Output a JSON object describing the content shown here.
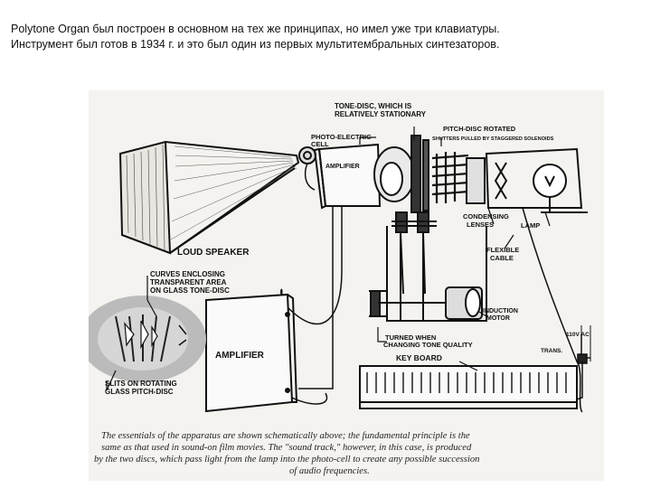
{
  "heading": {
    "line1": "Polytone Organ был построен в основном на тех же принципах, но имел уже три клавиатуры.",
    "line2": "Инструмент был готов в 1934 г. и это был один из первых мультитембральных синтезаторов."
  },
  "figure": {
    "labels": {
      "tone_disc_1": "TONE-DISC, WHICH IS",
      "tone_disc_2": "RELATIVELY STATIONARY",
      "photo_cell_1": "PHOTO-ELECTRIC",
      "photo_cell_2": "CELL",
      "amplifier_small": "AMPLIFIER",
      "pitch_disc": "PITCH-DISC ROTATED",
      "shutters": "SHUTTERS PULLED BY STAGGERED SOLENOIDS",
      "condensing_1": "CONDENSING",
      "condensing_2": "LENSES",
      "lamp": "LAMP",
      "loud_speaker": "LOUD SPEAKER",
      "flexible_1": "FLEXIBLE",
      "flexible_2": "CABLE",
      "curves_1": "CURVES ENCLOSING",
      "curves_2": "TRANSPARENT AREA",
      "curves_3": "ON GLASS TONE-DISC",
      "induction_1": "INDUCTION",
      "induction_2": "MOTOR",
      "turned_1": "TURNED WHEN",
      "turned_2": "CHANGING TONE QUALITY",
      "ac": "110V AC",
      "trans": "TRANS.",
      "amplifier_large": "AMPLIFIER",
      "keyboard": "KEY BOARD",
      "slits_1": "SLITS ON ROTATING",
      "slits_2": "GLASS PITCH-DISC"
    },
    "caption": {
      "line1": "The essentials of the apparatus are shown schematically above; the fundamental principle is the",
      "line2": "same as that used in sound-on film movies. The \"sound track,\" however, in this case, is produced",
      "line3": "by the two discs, which pass light from the lamp into the photo-cell to create any possible succession",
      "line4": "of audio frequencies."
    }
  }
}
